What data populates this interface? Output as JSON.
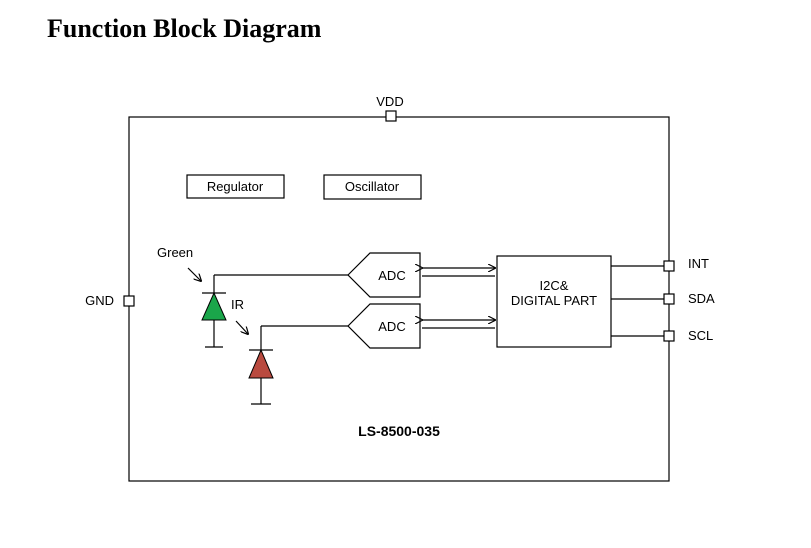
{
  "title": "Function Block Diagram",
  "chip_name": "LS-8500-035",
  "pins": {
    "vdd": "VDD",
    "gnd": "GND",
    "int": "INT",
    "sda": "SDA",
    "scl": "SCL"
  },
  "blocks": {
    "regulator": "Regulator",
    "oscillator": "Oscillator",
    "adc_top": "ADC",
    "adc_bottom": "ADC",
    "digital_line1": "I2C&",
    "digital_line2": "DIGITAL PART"
  },
  "photodiodes": {
    "green": {
      "label": "Green",
      "color": "#1aa64a"
    },
    "ir": {
      "label": "IR",
      "color": "#b94a3f"
    }
  }
}
